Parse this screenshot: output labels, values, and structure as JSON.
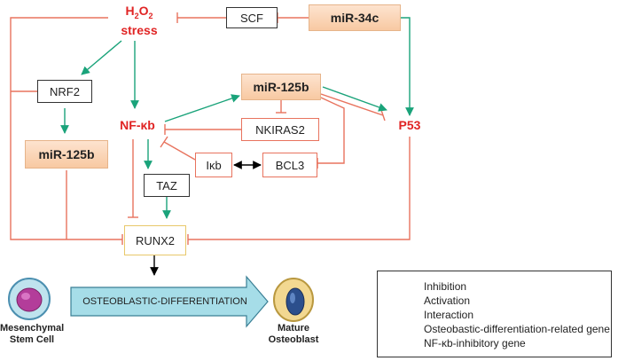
{
  "nodes": {
    "h2o2_stress": {
      "prefix": "H",
      "sub1": "2",
      "mid": "O",
      "sub2": "2",
      "line2": "stress"
    },
    "scf": "SCF",
    "mir34c": "miR-34c",
    "nrf2": "NRF2",
    "mir125b_top": "miR-125b",
    "nfkb": "NF-κb",
    "nkiras2": "NKIRAS2",
    "p53": "P53",
    "mir125b_left": "miR-125b",
    "ikb": "Iκb",
    "bcl3": "BCL3",
    "taz": "TAZ",
    "runx2": "RUNX2"
  },
  "differentiation": {
    "arrow_label": "OSTEOBLASTIC-DIFFERENTIATION",
    "start_cell": "Mesenchymal Stem Cell",
    "end_cell": "Mature Osteoblast"
  },
  "legend": {
    "items": [
      {
        "label": "Inhibition",
        "kind": "inhibition",
        "color": "#e8735e"
      },
      {
        "label": "Activation",
        "kind": "activation",
        "color": "#1aa37a"
      },
      {
        "label": "Interaction",
        "kind": "interaction",
        "color": "#000000"
      },
      {
        "label": "Osteobastic-differentiation-related gene",
        "kind": "box",
        "color": "#e8c86a"
      },
      {
        "label": "NF-κb-inhibitory gene",
        "kind": "box",
        "color": "#e8735e"
      }
    ]
  },
  "colors": {
    "inhibition": "#e8735e",
    "activation": "#1aa37a",
    "interaction": "#000000",
    "mirna_fill": "#f8c9a2",
    "highlight_text": "#e02424",
    "differentiation_arrow": "#a6dde8"
  }
}
